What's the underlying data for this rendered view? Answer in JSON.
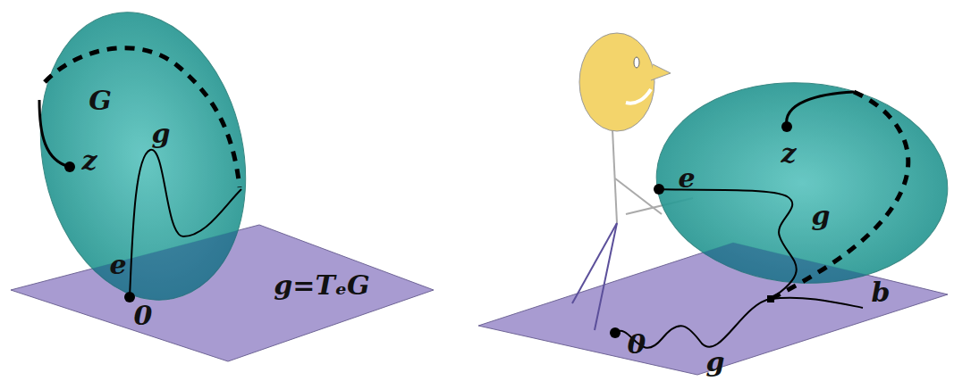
{
  "diagram": {
    "labels": [
      "G",
      "z",
      "g",
      "e",
      "0",
      "g=TₑG",
      "e",
      "z",
      "g",
      "0",
      "b",
      "g"
    ]
  }
}
